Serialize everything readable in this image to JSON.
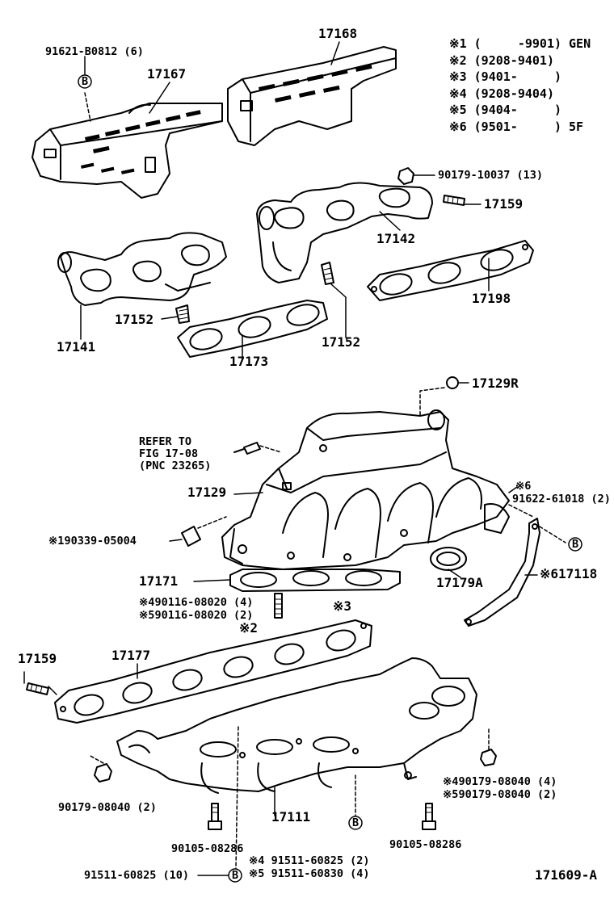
{
  "legend": [
    "※1 (     -9901) GEN",
    "※2 (9208-9401)",
    "※3 (9401-     )",
    "※4 (9208-9404)",
    "※5 (9404-     )",
    "※6 (9501-     ) 5F"
  ],
  "refer_note": [
    "REFER TO",
    "FIG 17-08",
    "(PNC 23265)"
  ],
  "parts": {
    "p91621": "91621-B0812 (6)",
    "p17167": "17167",
    "p17168": "17168",
    "p90179a": "90179-10037 (13)",
    "p17159a": "17159",
    "p17142": "17142",
    "p17198": "17198",
    "p17141": "17141",
    "p17152a": "17152",
    "p17173": "17173",
    "p17152b": "17152",
    "p17129R": "17129R",
    "p17129": "17129",
    "p6": "※6",
    "p91622": "91622-61018 (2)",
    "p190339": "※190339-05004",
    "p17171": "17171",
    "p17179A": "17179A",
    "p617118": "※617118",
    "p490116": "※490116-08020 (4)",
    "p590116": "※590116-08020 (2)",
    "p3": "※3",
    "p2": "※2",
    "p17159b": "17159",
    "p17177": "17177",
    "p490179": "※490179-08040 (4)",
    "p590179": "※590179-08040 (2)",
    "p90179b": "90179-08040 (2)",
    "p17111": "17111",
    "p90105a": "90105-08286",
    "p90105b": "90105-08286",
    "p491511": "※4 91511-60825 (2)",
    "p591511": "※5 91511-60830 (4)",
    "p91511": "91511-60825 (10)",
    "fig_no": "171609-A"
  },
  "markers": {
    "b": "B"
  }
}
